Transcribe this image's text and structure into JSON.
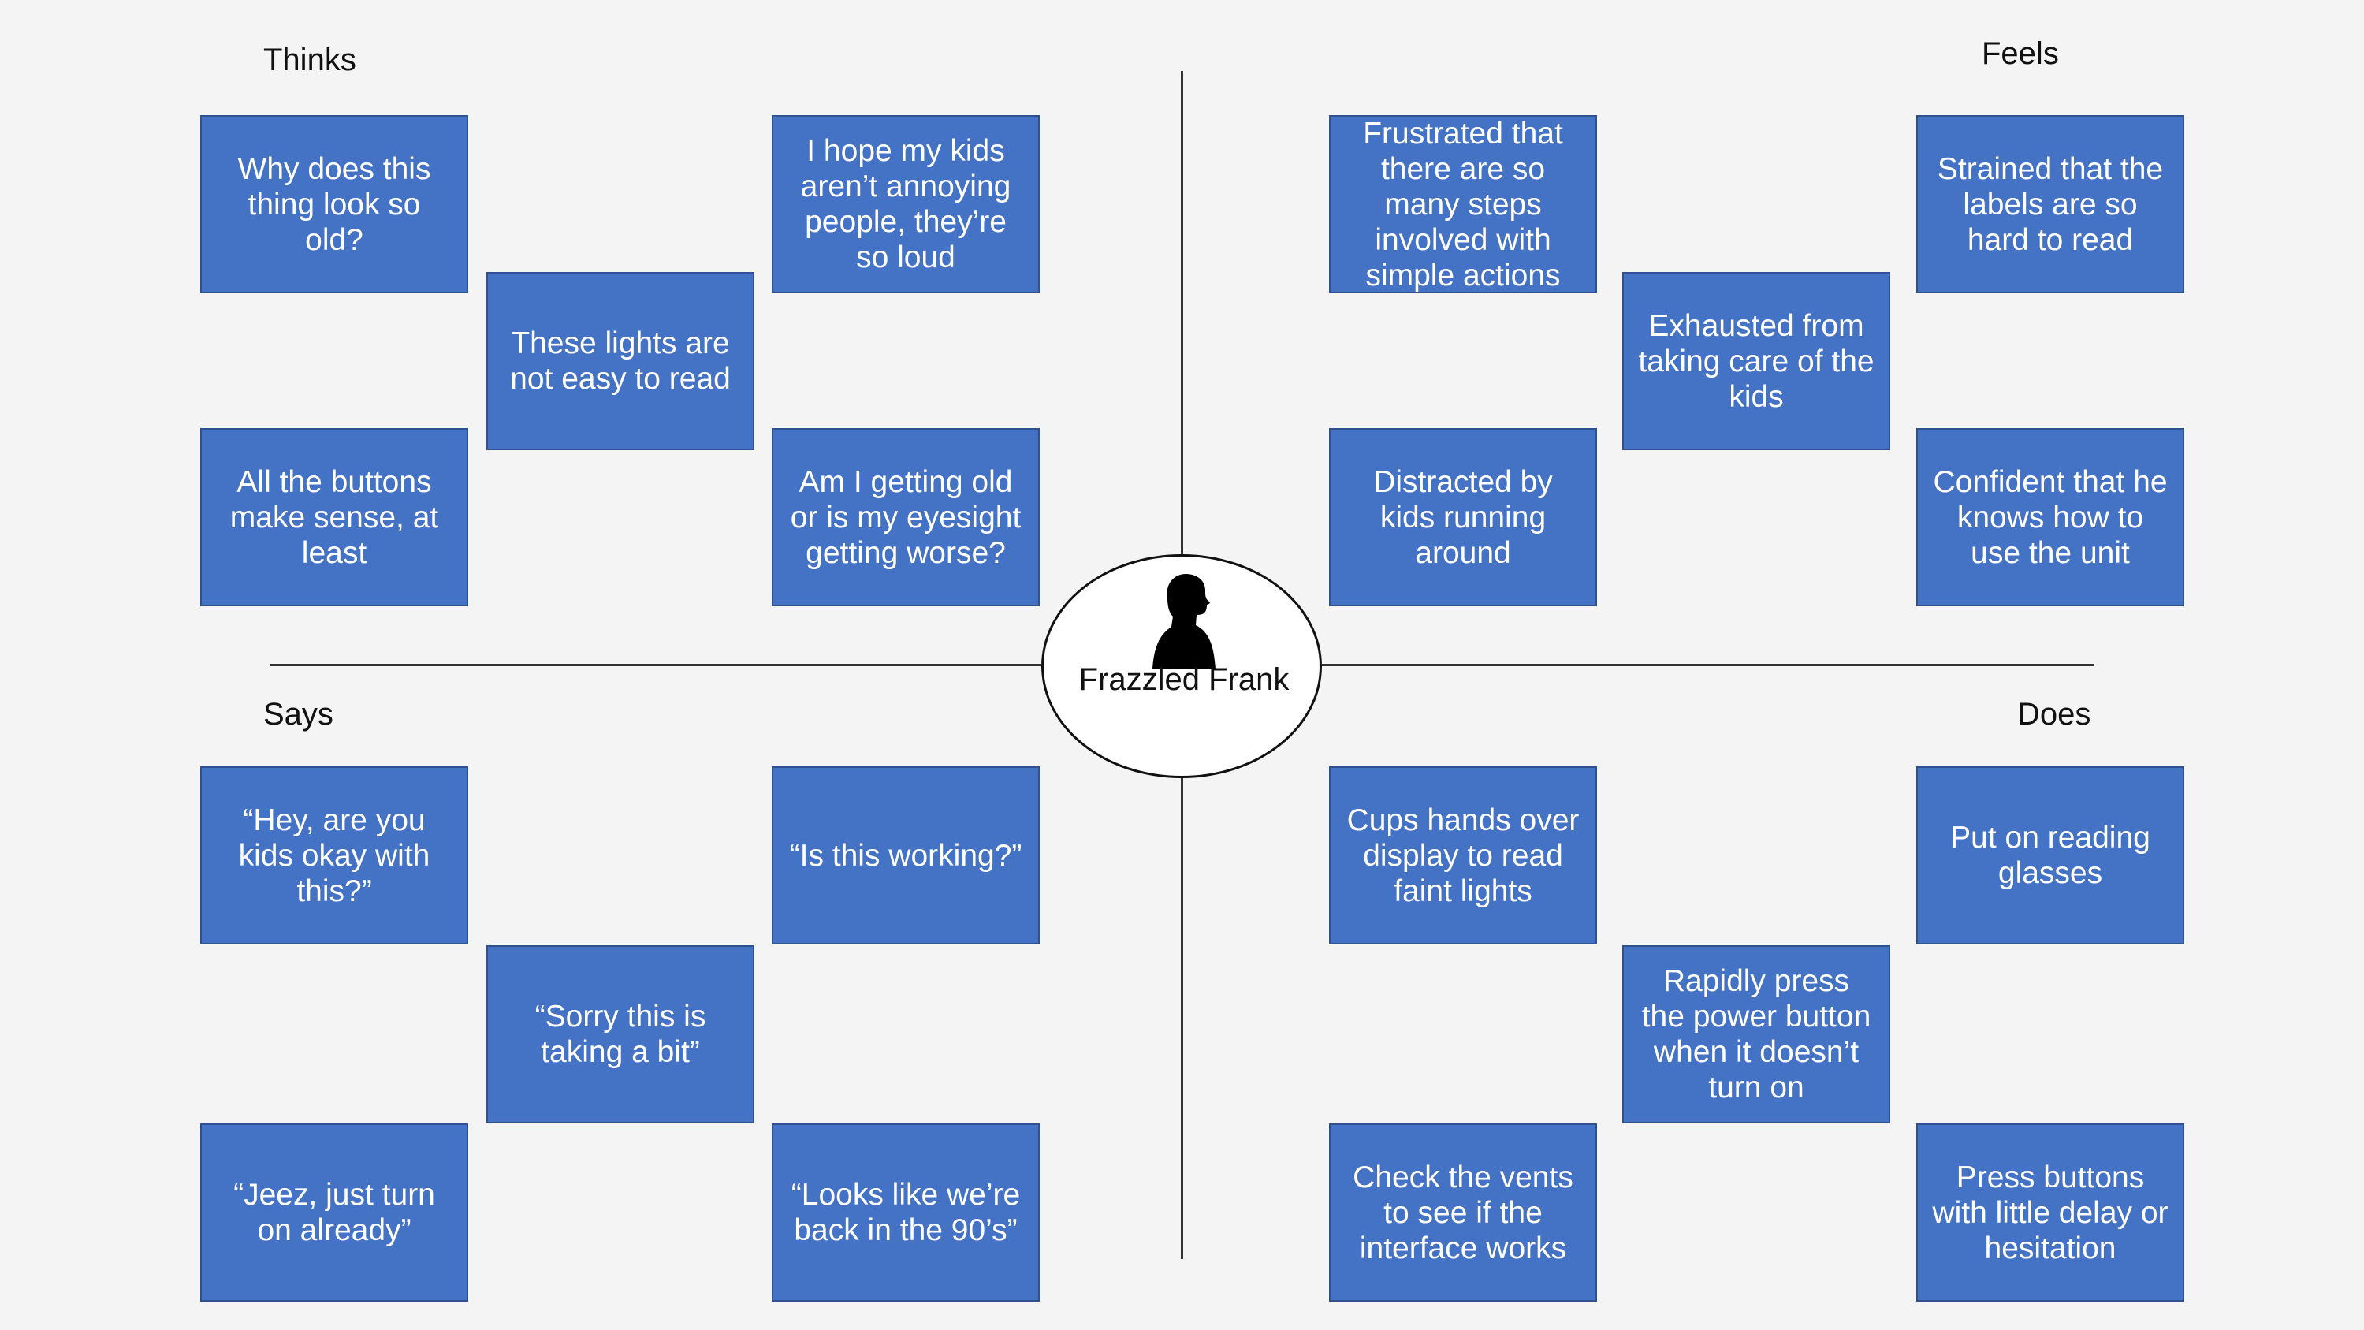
{
  "diagram": {
    "type": "empathy map",
    "persona": {
      "icon": "person-silhouette-icon",
      "name": "Frazzled Frank"
    },
    "quadrants": [
      {
        "label": "Thinks",
        "notes": [
          "Why does this thing look so old?",
          "These lights are not easy to read",
          "I hope my kids aren’t annoying people, they’re so loud",
          "All the buttons make sense, at least",
          "Am I getting old or is my eyesight getting worse?"
        ]
      },
      {
        "label": "Feels",
        "notes": [
          "Frustrated that there are so many steps involved with simple actions",
          "Exhausted from taking care of the kids",
          "Strained that the labels are so hard to read",
          "Distracted by kids running around",
          "Confident that he knows how to use the unit"
        ]
      },
      {
        "label": "Says",
        "notes": [
          "“Hey, are you kids okay with this?”",
          "“Sorry this is taking a bit”",
          "“Is this working?”",
          "“Jeez, just turn on already”",
          "“Looks like we’re back in the 90’s”"
        ]
      },
      {
        "label": "Does",
        "notes": [
          "Cups hands over display to read faint lights",
          "Rapidly press the power button when it doesn’t turn on",
          "Put on reading glasses",
          "Check the vents to see if the interface works",
          "Press buttons with little delay or hesitation"
        ]
      }
    ],
    "colors": {
      "background": "#f4f4f4",
      "note_fill": "#4472c4",
      "note_border": "#2f528f",
      "note_text": "#ffffff",
      "axis": "#333333"
    }
  }
}
